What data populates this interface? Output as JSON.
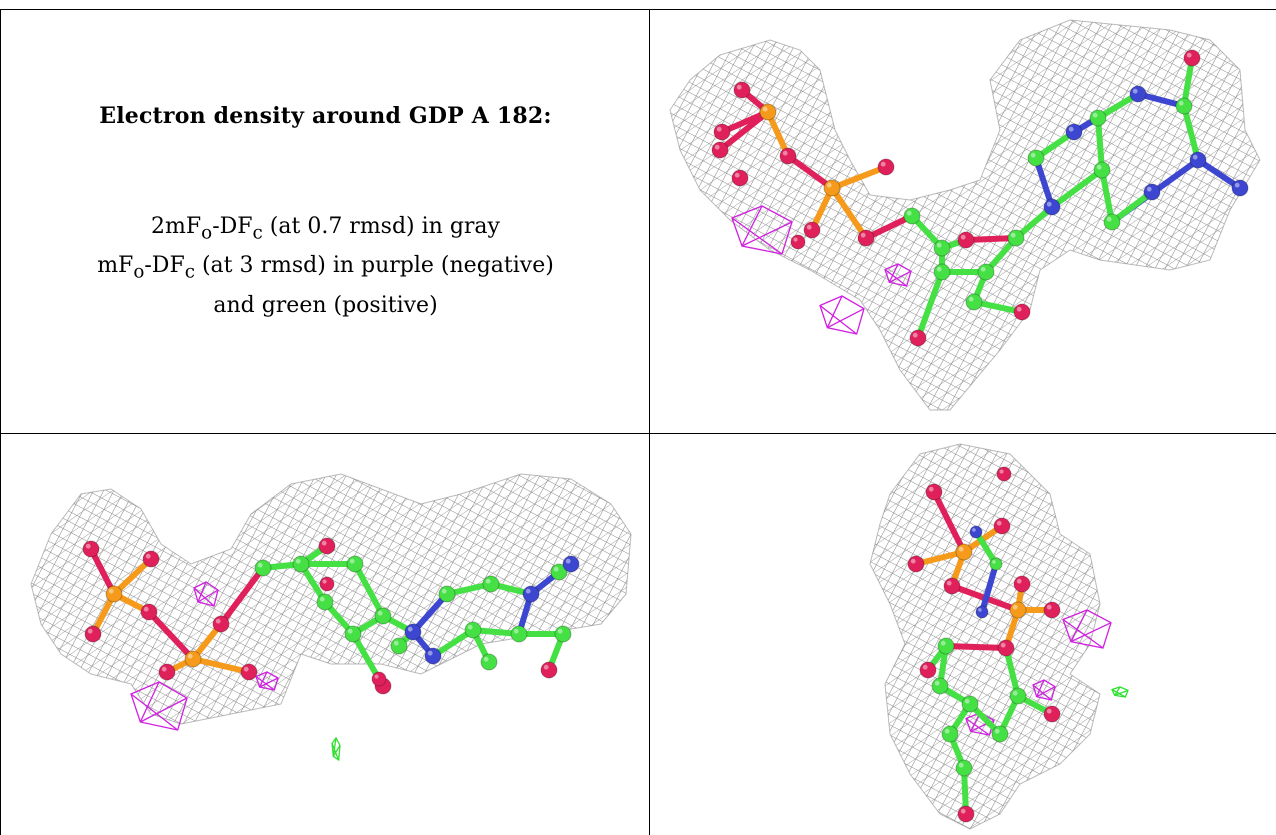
{
  "figure": {
    "title": "Electron density around GDP A 182:",
    "legend": {
      "line1": {
        "a": "2mF",
        "a_sub": "o",
        "b": "-DF",
        "b_sub": "c",
        "rest": " (at 0.7 rmsd) in gray"
      },
      "line2": {
        "a": "mF",
        "a_sub": "o",
        "b": "-DF",
        "b_sub": "c",
        "rest": " (at 3 rmsd) in purple (negative)"
      },
      "line3": "and green (positive)"
    },
    "panels": [
      {
        "id": "top-right",
        "view": "orientation 1"
      },
      {
        "id": "bottom-left",
        "view": "orientation 2"
      },
      {
        "id": "bottom-right",
        "view": "orientation 3"
      }
    ]
  },
  "colors": {
    "mesh_2fofc": "#8c8c8c",
    "mesh_neg": "#d020e0",
    "mesh_pos": "#30e030",
    "carbon": "#44e044",
    "oxygen": "#e0205a",
    "nitrogen": "#3c46d0",
    "phosphorus": "#f59a1a"
  }
}
